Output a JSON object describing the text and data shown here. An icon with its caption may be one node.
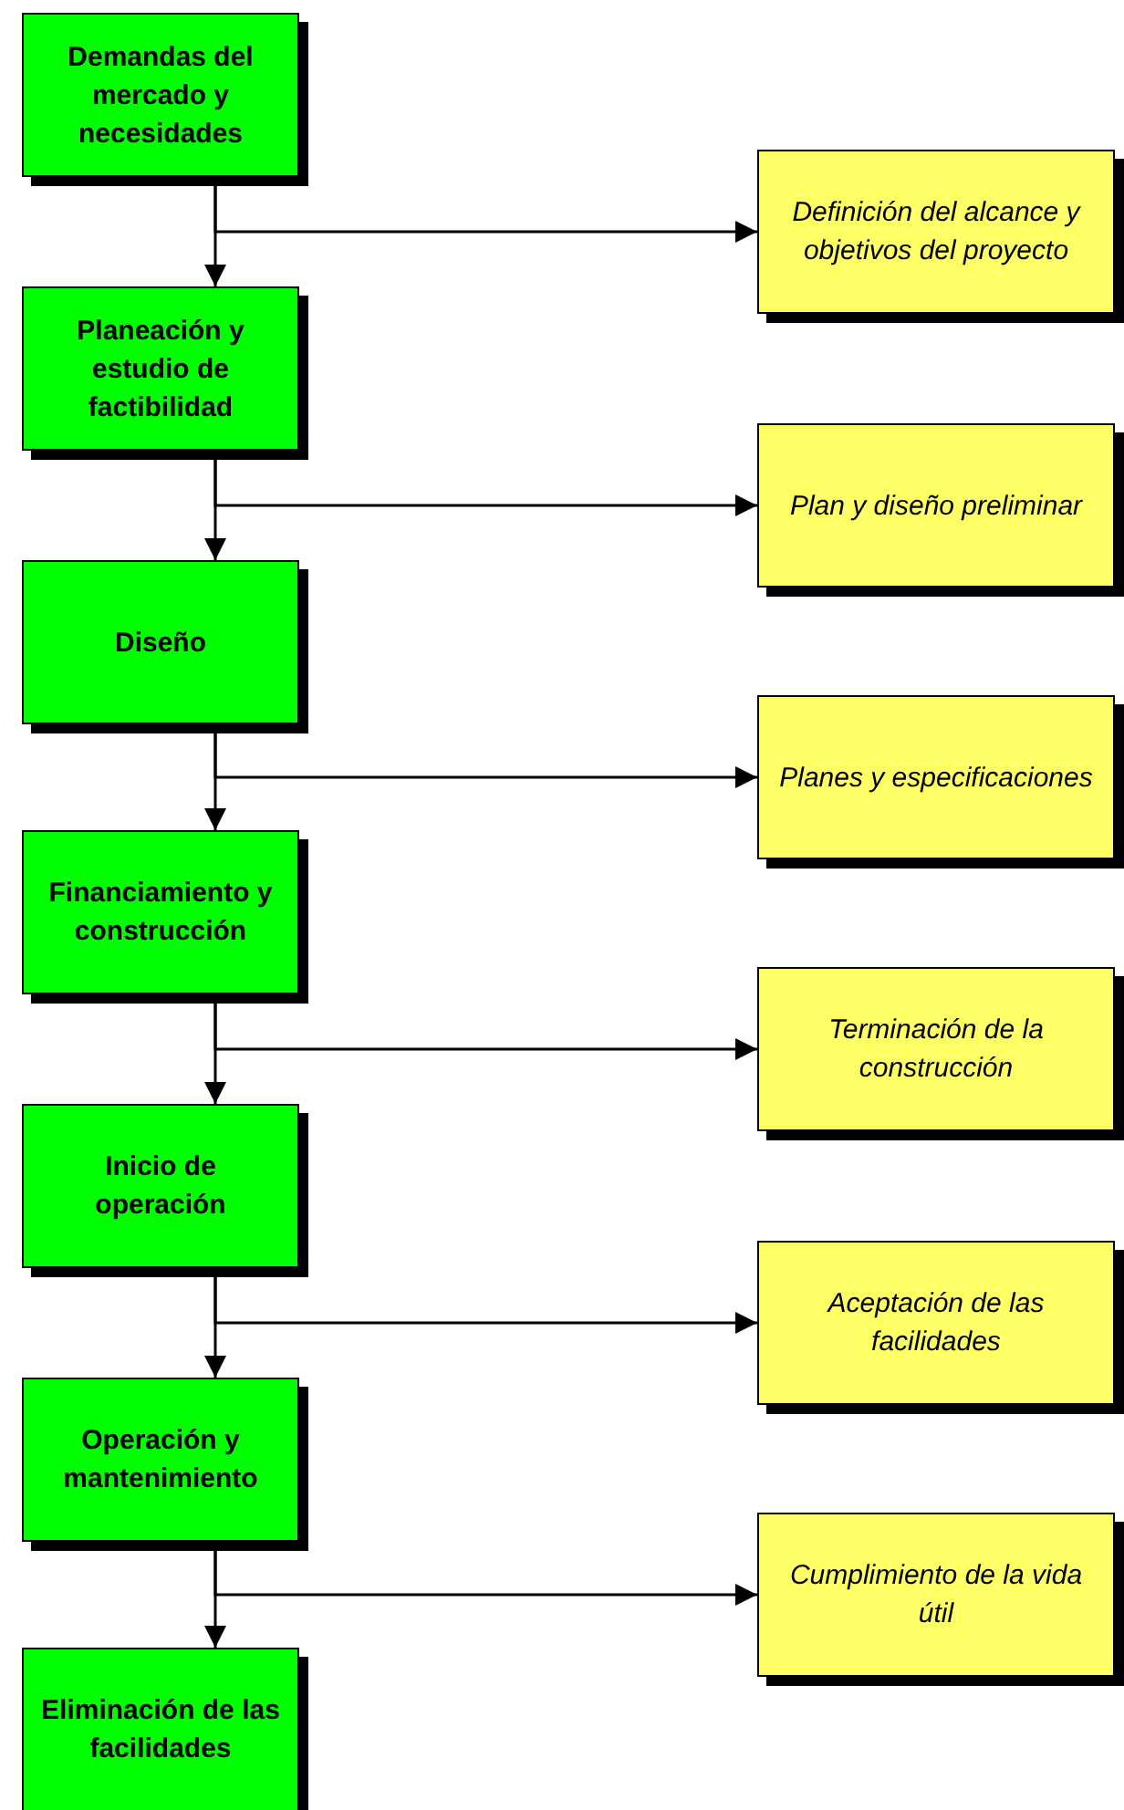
{
  "diagram": {
    "nodes": [
      {
        "text": [
          "Demandas del mercado y necesidades"
        ]
      },
      {
        "text": [
          "Definición del alcance y objetivos del proyecto"
        ]
      },
      {
        "text": [
          "Planeación y estudio de factibilidad"
        ]
      },
      {
        "text": [
          "Plan y diseño preliminar"
        ]
      },
      {
        "text": [
          "Diseño"
        ]
      },
      {
        "text": [
          "Planes y especificaciones"
        ]
      },
      {
        "text": [
          "Financiamiento y construcción"
        ]
      },
      {
        "text": [
          "Terminación de la construcción"
        ]
      },
      {
        "text": [
          "Inicio de operación"
        ]
      },
      {
        "text": [
          "Aceptación de las facilidades"
        ]
      },
      {
        "text": [
          "Operación y mantenimiento"
        ]
      },
      {
        "text": [
          "Cumplimiento de la vida útil"
        ]
      },
      {
        "text": [
          "Eliminación de las facilidades"
        ]
      }
    ],
    "edges": [
      {
        "from": 0,
        "to": 2,
        "arrow": "to"
      },
      {
        "from": 0,
        "to": 1,
        "arrow": "to"
      },
      {
        "from": 2,
        "to": 4,
        "arrow": "to"
      },
      {
        "from": 2,
        "to": 3,
        "arrow": "to"
      },
      {
        "from": 4,
        "to": 6,
        "arrow": "to"
      },
      {
        "from": 4,
        "to": 5,
        "arrow": "to"
      },
      {
        "from": 6,
        "to": 8,
        "arrow": "to"
      },
      {
        "from": 6,
        "to": 7,
        "arrow": "to"
      },
      {
        "from": 8,
        "to": 10,
        "arrow": "to"
      },
      {
        "from": 8,
        "to": 9,
        "arrow": "to"
      },
      {
        "from": 10,
        "to": 12,
        "arrow": "to"
      },
      {
        "from": 10,
        "to": 11,
        "arrow": "to"
      }
    ]
  }
}
